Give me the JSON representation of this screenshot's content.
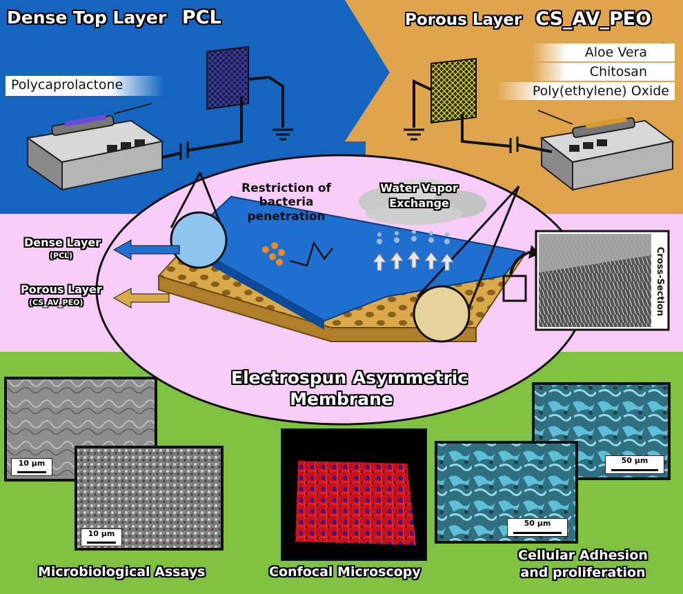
{
  "top_left": {
    "title": "Dense Top Layer",
    "title_bold": "PCL",
    "material": "Polycaprolactone",
    "color": "#1565c0"
  },
  "top_right": {
    "title": "Porous Layer",
    "title_bold": "CS_AV_PEO",
    "components": [
      {
        "label": "Aloe Vera",
        "icon": "aloe-plant-icon"
      },
      {
        "label": "Chitosan",
        "icon": "shrimp-icon"
      },
      {
        "label": "Poly(ethylene) Oxide",
        "icon": ""
      }
    ],
    "color": "#e0a44d"
  },
  "middle": {
    "dense_layer": "Dense Layer",
    "dense_layer_sub": "(PCL)",
    "porous_layer": "Porous Layer",
    "porous_layer_sub": "(CS_AV_PEO)",
    "restriction": [
      "Restriction of",
      "bacteria",
      "penetration"
    ],
    "vapor": [
      "Water Vapor",
      "Exchange"
    ],
    "cross_section": "Cross-Section",
    "membrane_title": [
      "Electrospun Asymmetric",
      "Membrane"
    ],
    "background": "#f7cdf7"
  },
  "bottom": {
    "background": "#7fc241",
    "micro_label": "Microbiological Assays",
    "confocal_label": "Confocal Microscopy",
    "cell_label": [
      "Cellular Adhesion",
      "and proliferation"
    ],
    "scale_10a": "10 μm",
    "scale_10b": "10 μm",
    "scale_50a": "50 μm",
    "scale_50b": "50 μm"
  }
}
